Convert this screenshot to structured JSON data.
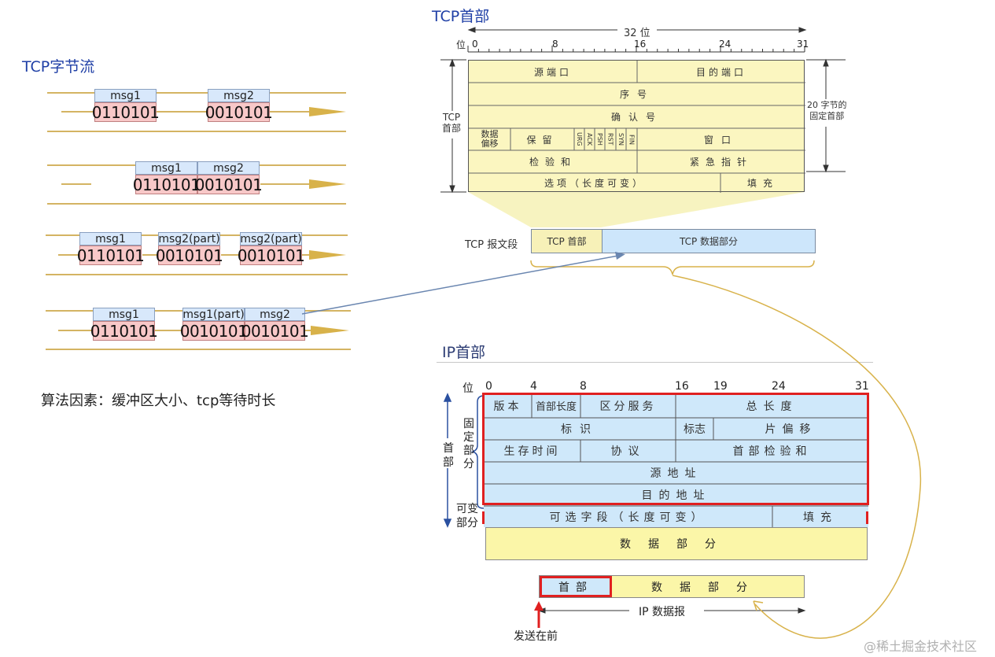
{
  "left": {
    "title": "TCP字节流",
    "note": "算法因素：缓冲区大小、tcp等待时长",
    "rows": [
      {
        "labels": [
          "msg1",
          "msg2"
        ],
        "bits": [
          "0110101",
          "0010101"
        ]
      },
      {
        "labels": [
          "msg1",
          "msg2"
        ],
        "bits": [
          "0110101",
          "0010101"
        ]
      },
      {
        "labels": [
          "msg1",
          "msg2(part)",
          "msg2(part)"
        ],
        "bits": [
          "0110101",
          "0010101",
          "0010101"
        ]
      },
      {
        "labels": [
          "msg1",
          "msg1(part)",
          "msg2"
        ],
        "bits": [
          "0110101",
          "0010101",
          "0010101"
        ]
      }
    ]
  },
  "tcp": {
    "title": "TCP首部",
    "bits_label": "32 位",
    "wei": "位",
    "ticks": [
      "0",
      "8",
      "16",
      "24",
      "31"
    ],
    "side_label_1": "TCP",
    "side_label_2": "首部",
    "fixed_label_1": "20 字节的",
    "fixed_label_2": "固定首部",
    "src_port": "源端口",
    "dst_port": "目的端口",
    "seq": "序号",
    "ack": "确认号",
    "offset_1": "数据",
    "offset_2": "偏移",
    "reserved": "保留",
    "flags": [
      "URG",
      "ACK",
      "PSH",
      "RST",
      "SYN",
      "FIN"
    ],
    "window": "窗口",
    "checksum": "检验和",
    "urgent": "紧急指针",
    "options": "选项（长度可变）",
    "padding": "填充",
    "segment_label": "TCP 报文段",
    "seg_header": "TCP 首部",
    "seg_data": "TCP 数据部分"
  },
  "ip": {
    "title": "IP首部",
    "wei": "位",
    "ticks": [
      "0",
      "4",
      "8",
      "16",
      "19",
      "24",
      "31"
    ],
    "side_header": "首部",
    "side_fixed": "固定部分",
    "side_var_1": "可变",
    "side_var_2": "部分",
    "version": "版本",
    "hlen": "首部长度",
    "tos": "区分服务",
    "total_len": "总长度",
    "ident": "标识",
    "flags": "标志",
    "frag": "片偏移",
    "ttl": "生存时间",
    "proto": "协议",
    "hchecksum": "首部检验和",
    "src": "源地址",
    "dst": "目的地址",
    "options": "可选字段（长度可变）",
    "padding": "填充",
    "data": "数据部分",
    "dg_header": "首部",
    "dg_data": "数据部分",
    "dg_label": "IP 数据报",
    "send_first": "发送在前"
  },
  "watermark": "@稀土掘金技术社区",
  "colors": {
    "tcp_yellow": "#fbf6c0",
    "ip_blue": "#cfe8fa",
    "red": "#e02020",
    "title_blue": "#1f3fa6",
    "arrow_gold": "#d8b24a"
  }
}
